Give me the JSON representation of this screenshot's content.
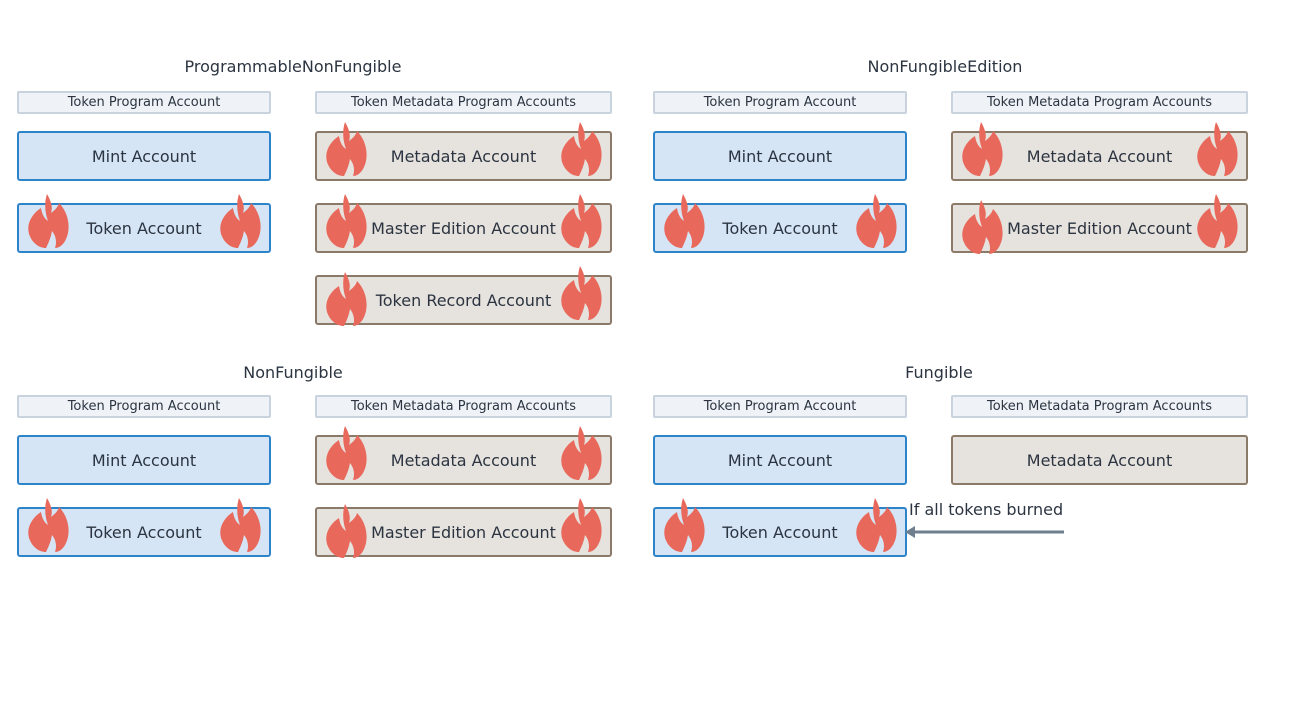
{
  "sections": {
    "pnf": {
      "title": "ProgrammableNonFungible"
    },
    "nfe": {
      "title": "NonFungibleEdition"
    },
    "nf": {
      "title": "NonFungible"
    },
    "fun": {
      "title": "Fungible"
    }
  },
  "labels": {
    "token_program_accounts": "Token Program Account",
    "token_metadata_program_accounts": "Token Metadata Program Accounts",
    "mint": "Mint Account",
    "token": "Token Account",
    "metadata": "Metadata Account",
    "master_edition": "Master Edition Account",
    "token_record": "Token Record Account"
  },
  "annotation": {
    "text": "If all tokens burned"
  },
  "colors": {
    "token_program_fill": "#d5e5f5",
    "token_program_border": "#2d84c9",
    "metadata_program_fill": "#e6e2de",
    "metadata_program_border": "#8a7a67",
    "flame": "#e8695c",
    "arrow": "#6f7f8f"
  },
  "icons": {
    "burn": "flame-icon"
  }
}
